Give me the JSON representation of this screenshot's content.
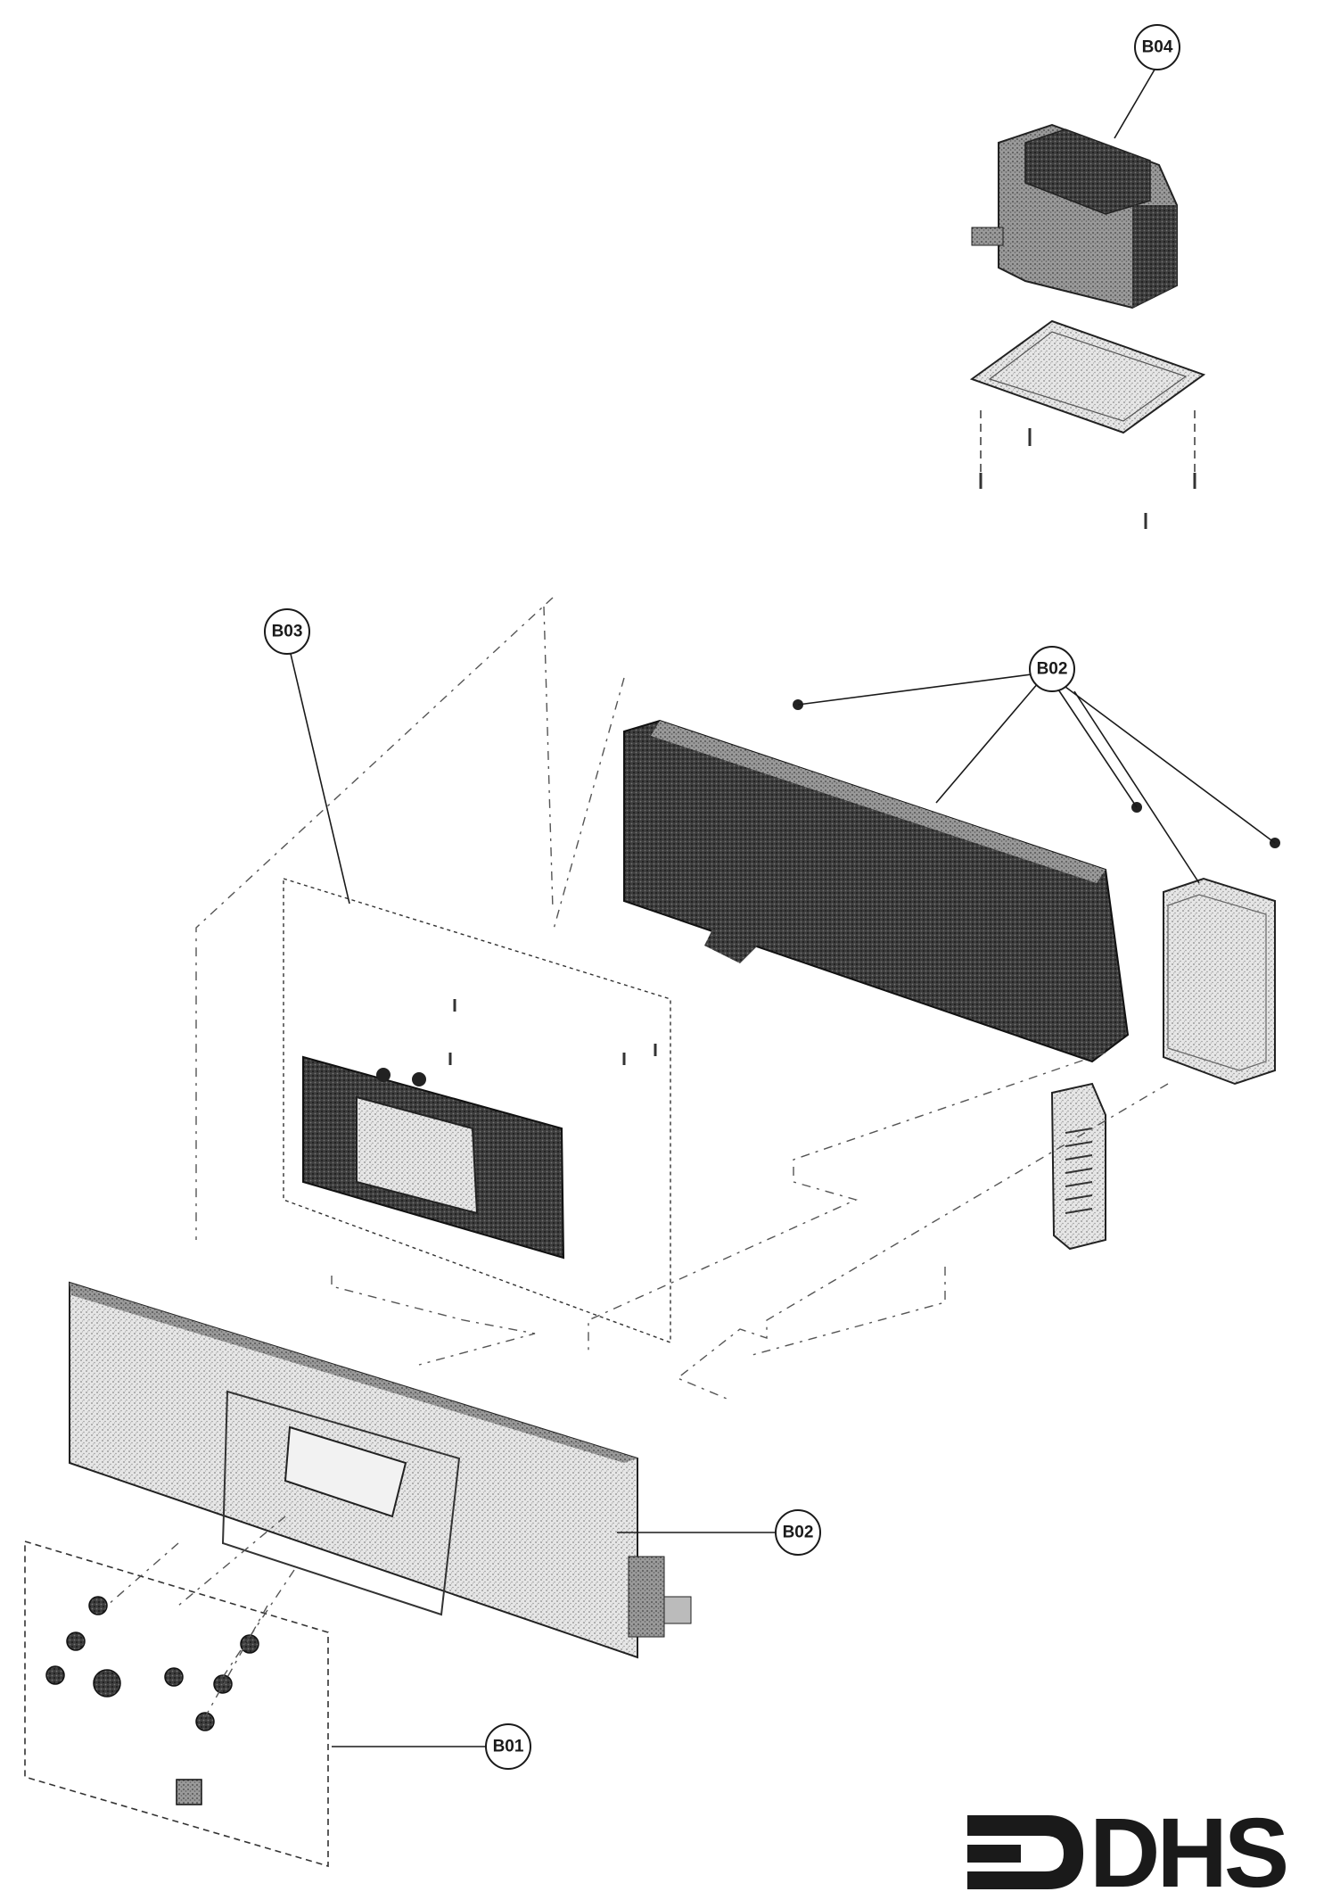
{
  "diagram": {
    "callouts": [
      {
        "id": "b04",
        "label": "B04"
      },
      {
        "id": "b03",
        "label": "B03"
      },
      {
        "id": "b02-top",
        "label": "B02"
      },
      {
        "id": "b02-side",
        "label": "B02"
      },
      {
        "id": "b01",
        "label": "B01"
      }
    ],
    "logo": {
      "text": "DHS"
    }
  },
  "colors": {
    "ink": "#1a1a1a",
    "dark_stipple": "#3a3a3a",
    "light_stipple": "#d9d9d9",
    "paper": "#ffffff"
  }
}
